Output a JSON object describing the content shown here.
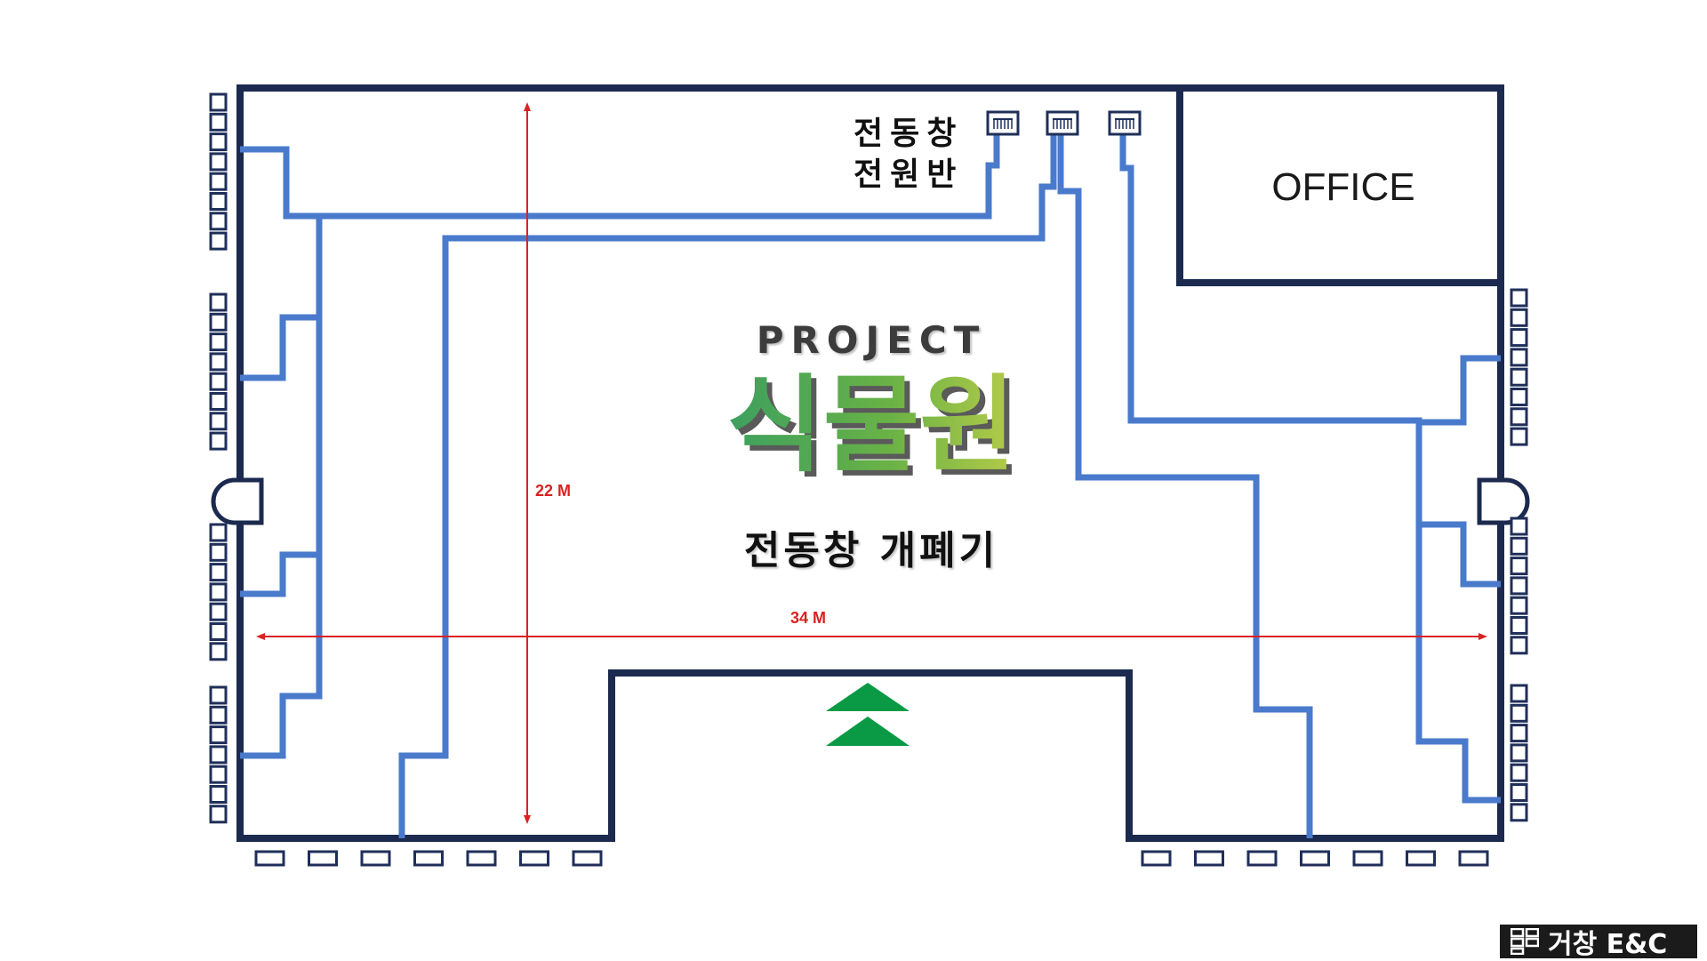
{
  "labels": {
    "panel_line1": "전동창",
    "panel_line2": "전원반",
    "office": "OFFICE",
    "project": "PROJECT",
    "title": "식물원",
    "subtitle": "전동창 개폐기",
    "width_dim": "34 M",
    "height_dim": "22 M",
    "brand": "거창 E&C"
  },
  "colors": {
    "wall": "#1b2a4e",
    "wiring": "#4a7acb",
    "dimension": "#d92222",
    "entrance_arrow": "#0a9a45",
    "window": "#1f2f5a"
  },
  "icons": {
    "power_panel": "electrical-panel-icon",
    "entrance": "double-chevron-up-icon",
    "brand_logo": "window-grid-icon"
  }
}
